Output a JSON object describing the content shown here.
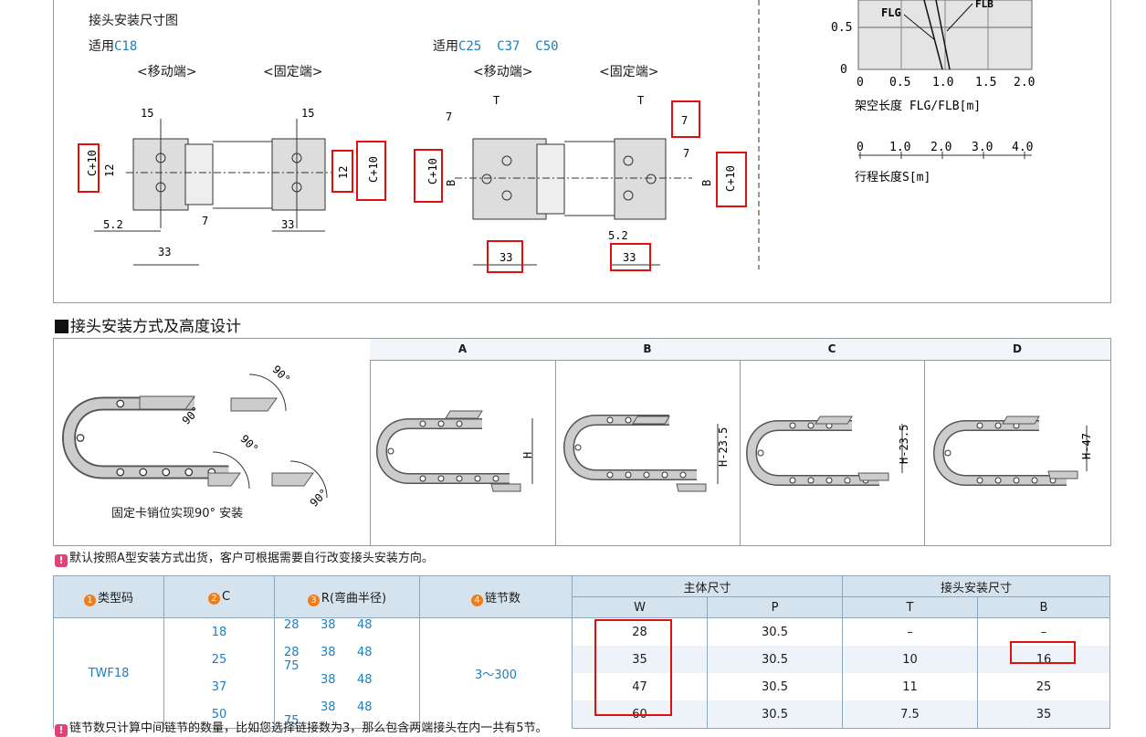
{
  "install_drawing": {
    "title": "接头安装尺寸图",
    "left": {
      "applies_prefix": "适用",
      "applies_models": "C18",
      "moving_end": "<移动端>",
      "fixed_end": "<固定端>"
    },
    "right": {
      "applies_prefix": "适用",
      "applies_models": "C25  C37  C50",
      "moving_end": "<移动端>",
      "fixed_end": "<固定端>"
    },
    "dims": {
      "d15": "15",
      "d12": "12",
      "c10": "C+10",
      "d52": "5.2",
      "d33": "33",
      "d7": "7",
      "dT": "T",
      "dB": "B"
    }
  },
  "graph": {
    "y_ticks": [
      "0.5",
      "0"
    ],
    "x_ticks": [
      "0",
      "0.5",
      "1.0",
      "1.5",
      "2.0"
    ],
    "fl_g": "FLG",
    "fl_b": "FLB",
    "x_label": "架空长度 FLG/FLB[m]",
    "x2_ticks": [
      "0",
      "1.0",
      "2.0",
      "3.0",
      "4.0"
    ],
    "x2_label": "行程长度S[m]"
  },
  "mount_section": {
    "title": "接头安装方式及高度设计",
    "caption": "固定卡销位实现90° 安装",
    "angle": "90°",
    "columns": [
      {
        "head": "A",
        "dim": "H"
      },
      {
        "head": "B",
        "dim": "H-23.5"
      },
      {
        "head": "C",
        "dim": "H-23.5"
      },
      {
        "head": "D",
        "dim": "H-47"
      }
    ]
  },
  "note1": "默认按照A型安装方式出货，客户可根据需要自行改变接头安装方向。",
  "table": {
    "h_type": "类型码",
    "h_c": "C",
    "h_r": "R(弯曲半径)",
    "h_links": "链节数",
    "h_body": "主体尺寸",
    "h_joint": "接头安装尺寸",
    "h_w": "W",
    "h_p": "P",
    "h_t": "T",
    "h_b": "B",
    "type_code": "TWF18",
    "links": "3～300",
    "rows": [
      {
        "c": "18",
        "r": [
          "28",
          "38",
          "48",
          ""
        ],
        "w": "28",
        "p": "30.5",
        "t": "–",
        "b": "–"
      },
      {
        "c": "25",
        "r": [
          "28",
          "38",
          "48",
          "75"
        ],
        "w": "35",
        "p": "30.5",
        "t": "10",
        "b": "16"
      },
      {
        "c": "37",
        "r": [
          "",
          "38",
          "48",
          ""
        ],
        "w": "47",
        "p": "30.5",
        "t": "11",
        "b": "25"
      },
      {
        "c": "50",
        "r": [
          "",
          "38",
          "48",
          "75"
        ],
        "w": "60",
        "p": "30.5",
        "t": "7.5",
        "b": "35"
      }
    ]
  },
  "note2": "链节数只计算中间链节的数量，比如您选择链接数为3，那么包含两端接头在内一共有5节。"
}
